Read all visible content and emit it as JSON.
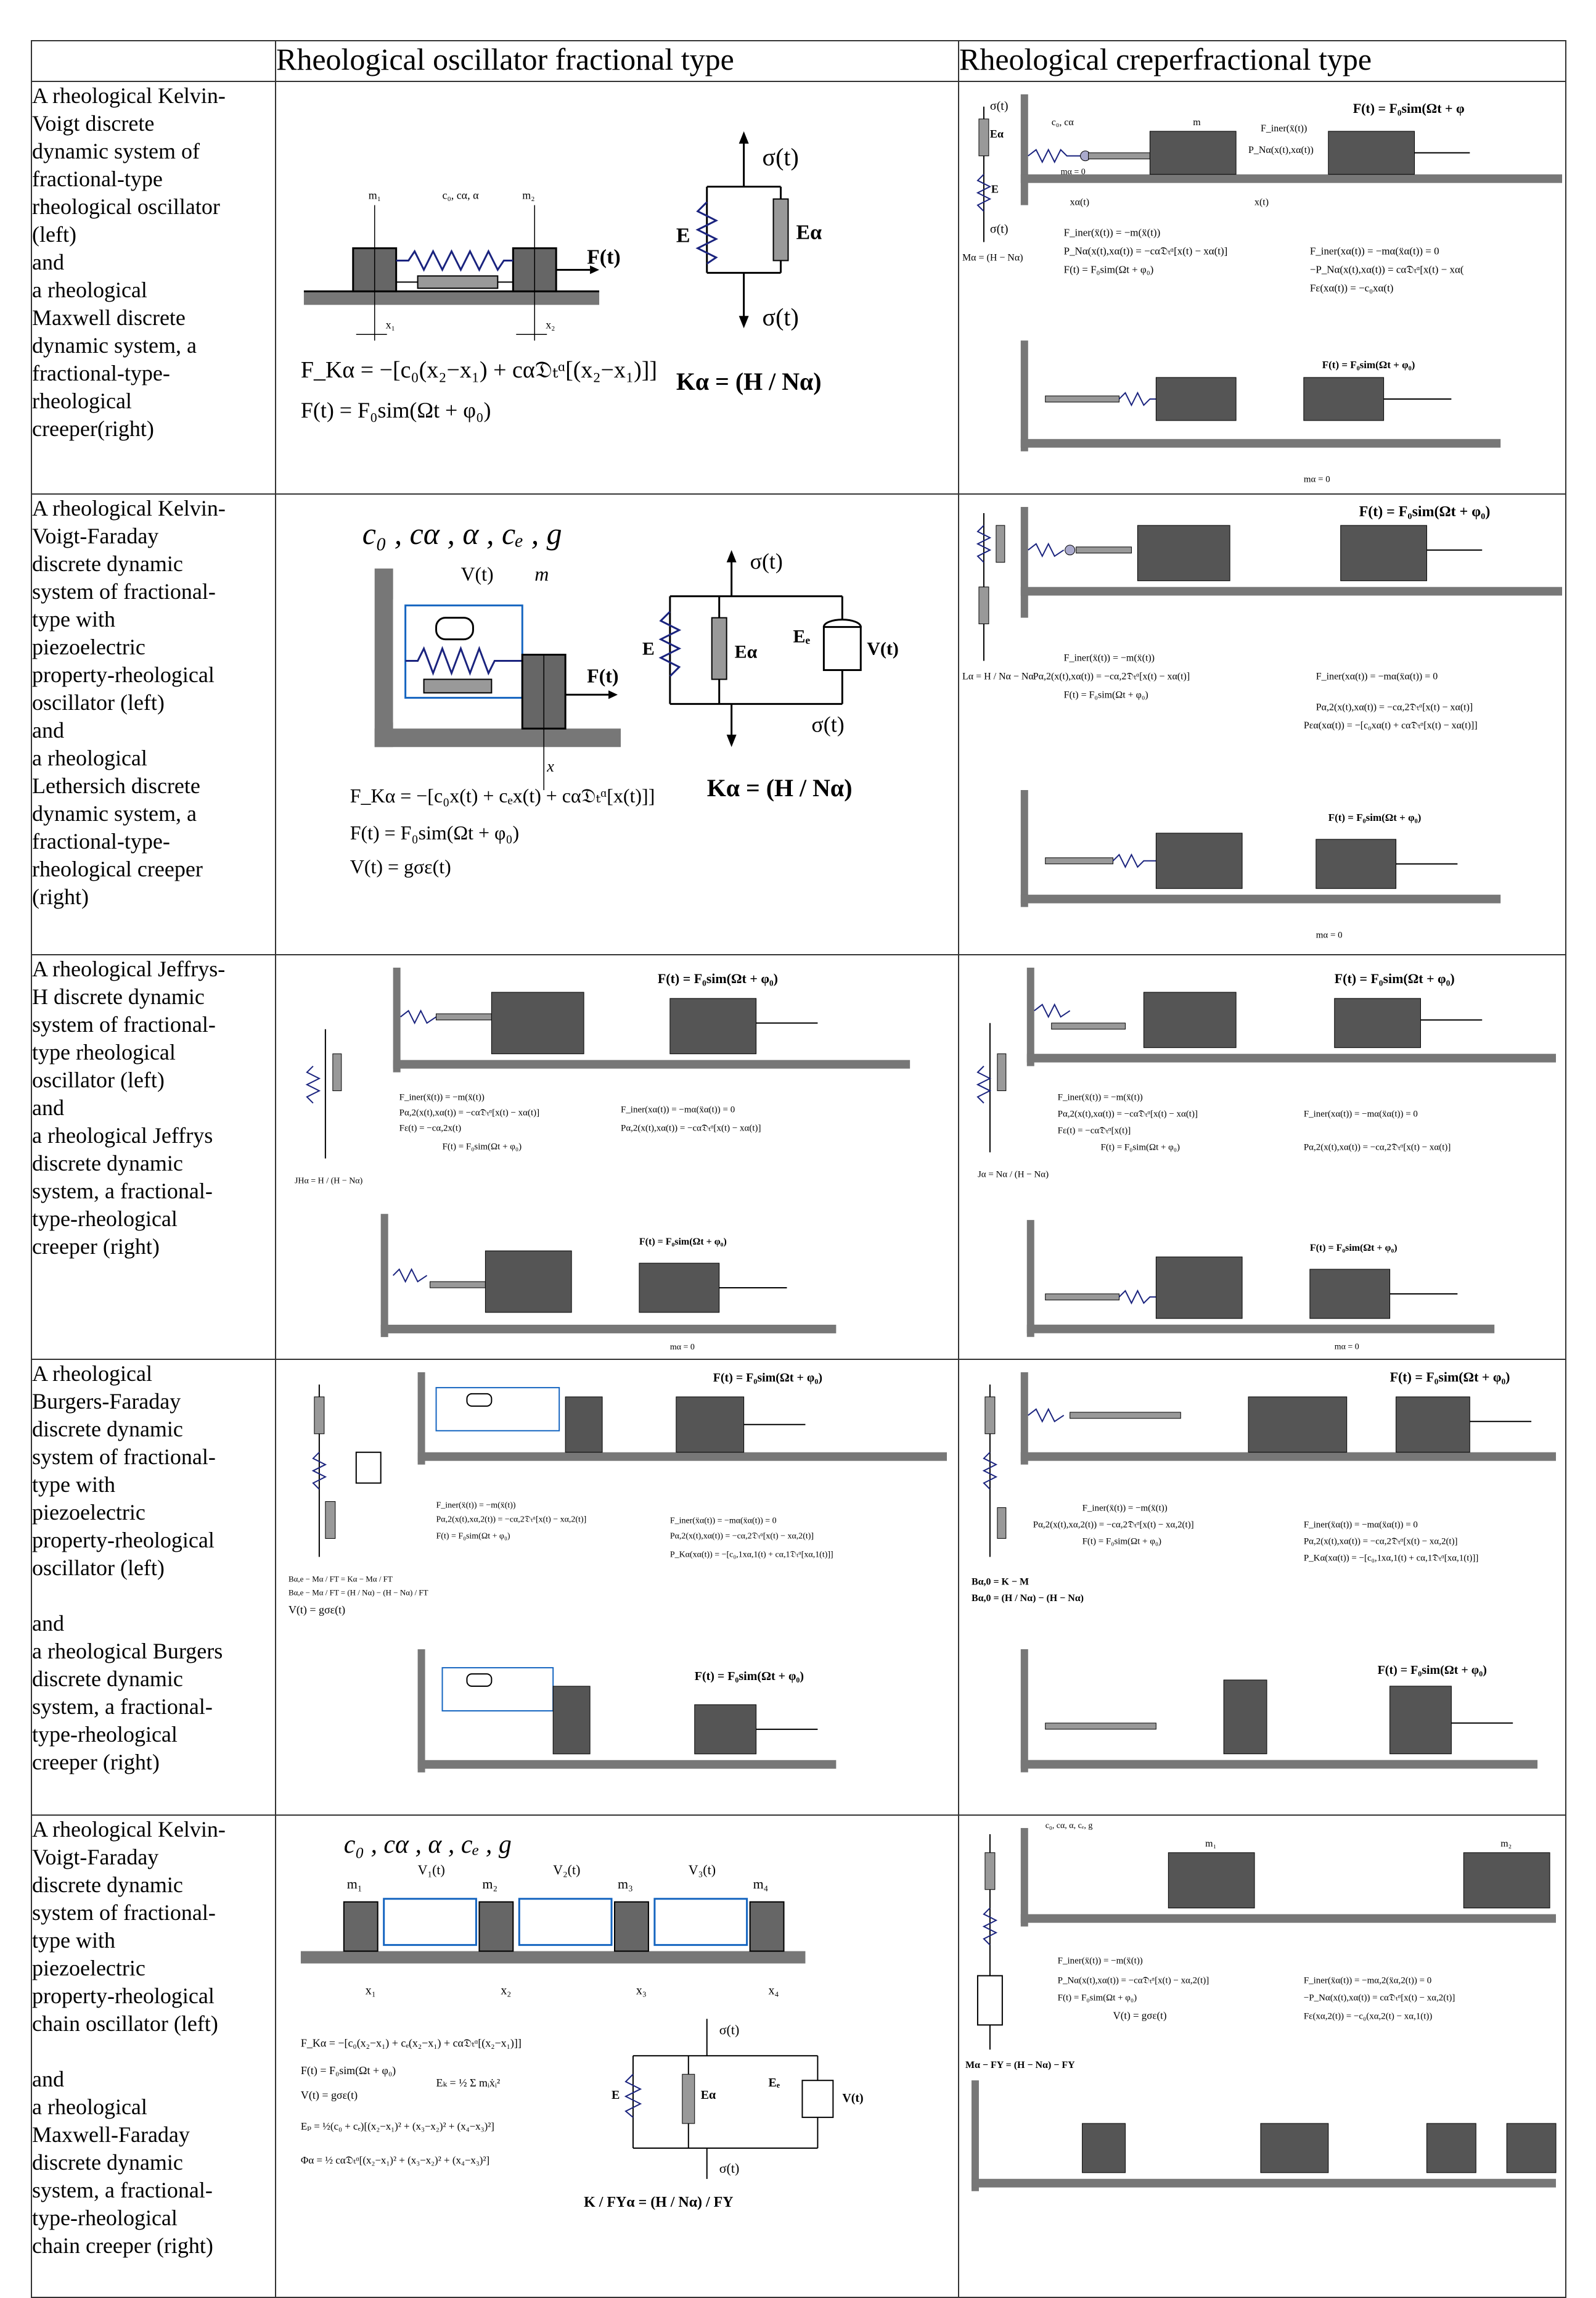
{
  "header": {
    "col1": "",
    "col2": "Rheological oscillator fractional type",
    "col3": "Rheological creperfractional type"
  },
  "rows": [
    {
      "lines": [
        "A rheological Kelvin-",
        "Voigt discrete",
        "dynamic system of",
        "fractional-type",
        "rheological oscillator",
        "(left)",
        "and",
        "a rheological",
        "Maxwell discrete",
        "dynamic system, a",
        "fractional-type-",
        "rheological",
        "creeper(right)"
      ],
      "left": {
        "m1": "m₁",
        "m2": "m₂",
        "params": "c₀, cα, α",
        "force": "F(t)",
        "x1": "x₁",
        "x2": "x₂",
        "sigma_top": "σ(t)",
        "sigma_bottom": "σ(t)",
        "E": "E",
        "Ea": "Eα",
        "eq1": "F_Kα = −[c₀(x₂−x₁) + cα𝔇ₜᵅ[(x₂−x₁)]]",
        "eq2": "F(t) = F₀sim(Ωt + φ₀)",
        "eq3": "Kα = (H / Nα)"
      },
      "right": {
        "sigma_top": "σ(t)",
        "sigma_bottom": "σ(t)",
        "Ea": "Eα",
        "E": "E",
        "model": "Mα = (H − Nα)",
        "params": "c₀, cα",
        "m": "m",
        "ma": "mα = 0",
        "force_top": "F(t) = F₀sim(Ωt + φ",
        "finer": "F_iner(ẍ(t))",
        "pna": "P_Nα(x(t),xα(t))",
        "x": "x(t)",
        "xa": "xα(t)",
        "eq1": "F_iner(ẍ(t)) = −m(ẍ(t))",
        "eq2": "P_Nα(x(t),xα(t)) = −cα𝔇ₜᵅ[x(t) − xα(t)]",
        "eq3": "F(t) = F₀sim(Ωt + φ₀)",
        "eq4": "F_iner(xα(t)) = −mα(ẍα(t)) = 0",
        "eq5": "−P_Nα(x(t),xα(t)) = cα𝔇ₜᵅ[x(t) − xα(",
        "eq6": "Fε(xα(t)) = −c₀xα(t)",
        "ma0": "mα = 0",
        "force_bottom": "F(t) = F₀sim(Ωt + φ₀)"
      }
    },
    {
      "lines": [
        "A rheological Kelvin-",
        "Voigt-Faraday",
        "discrete dynamic",
        "system of fractional-",
        "type with",
        "piezoelectric",
        "property-rheological",
        "oscillator (left)",
        "and",
        "a rheological",
        "Lethersich discrete",
        "dynamic system, a",
        "fractional-type-",
        "rheological creeper",
        "(right)"
      ],
      "left": {
        "params": "c₀ , cα , α , cₑ , g",
        "V": "V(t)",
        "m": "m",
        "force": "F(t)",
        "x": "x",
        "sigma_top": "σ(t)",
        "sigma_bottom": "σ(t)",
        "E": "E",
        "Ea": "Eα",
        "Ee": "Eₑ",
        "Vt": "V(t)",
        "eq1": "F_Kα = −[c₀x(t) + cₑx(t) + cα𝔇ₜᵅ[x(t)]]",
        "eq2": "F(t) = F₀sim(Ωt + φ₀)",
        "eq3": "V(t) = gσε(t)",
        "eq4": "Kα = (H / Nα)"
      },
      "right": {
        "model": "Lα = H / Nα − Nα",
        "force_top": "F(t) = F₀sim(Ωt + φ₀)",
        "force_bottom": "F(t) = F₀sim(Ωt + φ₀)",
        "eq1": "F_iner(ẍ(t)) = −m(ẍ(t))",
        "eq2": "Pα,2(x(t),xα(t)) = −cα,2𝔇ₜᵅ[x(t) − xα(t)]",
        "eq3": "F(t) = F₀sim(Ωt + φ₀)",
        "eq4": "F_iner(xα(t)) = −mα(ẍα(t)) = 0",
        "eq5": "Pα,2(x(t),xα(t)) = −cα,2𝔇ₜᵅ[x(t) − xα(t)]",
        "eq6": "Pεα(xα(t)) = −[c₀xα(t) + cα𝔇ₜᵅ[x(t) − xα(t)]]",
        "ma0": "mα = 0"
      }
    },
    {
      "lines": [
        "A rheological Jeffrys-",
        "H  discrete dynamic",
        "system of fractional-",
        "type rheological",
        "oscillator (left)",
        "and",
        "a rheological Jeffrys",
        "discrete dynamic",
        "system, a fractional-",
        "type-rheological",
        "creeper (right)"
      ],
      "left": {
        "model": "JHα = H / (H − Nα)",
        "force_top": "F(t) = F₀sim(Ωt + φ₀)",
        "force_bottom": "F(t) = F₀sim(Ωt + φ₀)",
        "eq1": "F_iner(ẍ(t)) = −m(ẍ(t))",
        "eq2": "Pα,2(x(t),xα(t)) = −cα𝔇ₜᵅ[x(t) − xα(t)]",
        "eq3": "Fε(t) = −cα,2x(t)",
        "eq4": "F(t) = F₀sim(Ωt + φ₀)",
        "eq5": "F_iner(xα(t)) = −mα(ẍα(t)) = 0",
        "eq6": "Pα,2(x(t),xα(t)) = −cα𝔇ₜᵅ[x(t) − xα(t)]",
        "ma0": "mα = 0"
      },
      "right": {
        "model": "Jα = Nα / (H − Nα)",
        "force_top": "F(t) = F₀sim(Ωt + φ₀)",
        "force_bottom": "F(t) = F₀sim(Ωt + φ₀)",
        "eq1": "F_iner(ẍ(t)) = −m(ẍ(t))",
        "eq2": "Pα,2(x(t),xα(t)) = −cα𝔇ₜᵅ[x(t) − xα(t)]",
        "eq3": "Fε(t) = −cα𝔇ₜᵅ[x(t)]",
        "eq4": "F(t) = F₀sim(Ωt + φ₀)",
        "eq5": "F_iner(xα(t)) = −mα(ẍα(t)) = 0",
        "eq6": "Pα,2(x(t),xα(t)) = −cα,2𝔇ₜᵅ[x(t) − xα(t)]",
        "ma0": "mα = 0"
      }
    },
    {
      "lines": [
        "A rheological",
        "Burgers-Faraday",
        "discrete dynamic",
        "system of fractional-",
        "type with",
        "piezoelectric",
        "property-rheological",
        "oscillator (left)",
        "",
        "and",
        "a rheological Burgers",
        "discrete dynamic",
        "system, a fractional-",
        "type-rheological",
        "creeper (right)"
      ],
      "left": {
        "model1": "Bα,e − Mα / FT = Kα − Mα / FT",
        "model2": "Bα,e − Mα / FT = (H / Nα) − (H − Nα) / FT",
        "V": "V(t) = gσε(t)",
        "force_top": "F(t) = F₀sim(Ωt + φ₀)",
        "force_bottom": "F(t) = F₀sim(Ωt + φ₀)",
        "eq1": "F_iner(ẍ(t)) = −m(ẍ(t))",
        "eq2": "Pα,2(x(t),xα,2(t)) = −cα,2𝔇ₜᵅ[x(t) − xα,2(t)]",
        "eq3": "F(t) = F₀sim(Ωt + φ₀)",
        "eq4": "F_iner(ẍα(t)) = −mα(ẍα(t)) = 0",
        "eq5": "Pα,2(x(t),xα(t)) = −cα,2𝔇ₜᵅ[x(t) − xα,2(t)]",
        "eq6": "P_Kα(xα(t)) = −[c₀,1xα,1(t) + cα,1𝔇ₜᵅ[xα,1(t)]]"
      },
      "right": {
        "model1": "Bα,0 = K − M",
        "model2": "Bα,0 = (H / Nα) − (H − Nα)",
        "force_top": "F(t) = F₀sim(Ωt + φ₀)",
        "force_bottom": "F(t) = F₀sim(Ωt + φ₀)",
        "eq1": "F_iner(ẍ(t)) = −m(ẍ(t))",
        "eq2": "Pα,2(x(t),xα,2(t)) = −cα,2𝔇ₜᵅ[x(t) − xα,2(t)]",
        "eq3": "F(t) = F₀sim(Ωt + φ₀)",
        "eq4": "F_iner(ẍα(t)) = −mα(ẍα(t)) = 0",
        "eq5": "Pα,2(x(t),xα(t)) = −cα,2𝔇ₜᵅ[x(t) − xα,2(t)]",
        "eq6": "P_Kα(xα(t)) = −[c₀,1xα,1(t) + cα,1𝔇ₜᵅ[xα,1(t)]]"
      }
    },
    {
      "lines": [
        "A rheological Kelvin-",
        "Voigt-Faraday",
        "discrete dynamic",
        "system of fractional-",
        "type with",
        "piezoelectric",
        "property-rheological",
        "chain oscillator (left)",
        "",
        "and",
        "a rheological",
        "Maxwell-Faraday",
        "discrete dynamic",
        "system, a fractional-",
        "type-rheological",
        "chain creeper (right)"
      ],
      "left": {
        "params": "c₀ , cα , α , cₑ , g",
        "masses": [
          "m₁",
          "m₂",
          "m₃",
          "m₄"
        ],
        "volts": [
          "V₁(t)",
          "V₂(t)",
          "V₃(t)"
        ],
        "xs": [
          "x₁",
          "x₂",
          "x₃",
          "x₄"
        ],
        "eq1": "F_Kα = −[c₀(x₂−x₁) + cₑ(x₂−x₁) + cα𝔇ₜᵅ[(x₂−x₁)]]",
        "eq2": "F(t) = F₀sim(Ωt + φ₀)",
        "eq3": "V(t) = gσε(t)",
        "eq4": "Eₖ = ½ Σ mᵢẋᵢ²",
        "eq5": "Eₚ = ½(c₀ + cₑ)[(x₂−x₁)² + (x₃−x₂)² + (x₄−x₃)²]",
        "eq6": "Φα = ½ cα𝔇ₜᵅ[(x₂−x₁)² + (x₃−x₂)² + (x₄−x₃)²]",
        "sigma_top": "σ(t)",
        "sigma_bottom": "σ(t)",
        "E": "E",
        "Ea": "Eα",
        "Ee": "Eₑ",
        "Vt": "V(t)",
        "model": "K / FYα = (H / Nα) / FY"
      },
      "right": {
        "params_top": "c₀, cα, α, cₑ, g",
        "model": "Mα − FY = (H − Nα) − FY",
        "eq1": "F_iner(ẍ(t)) = −m(ẍ(t))",
        "eq2": "P_Nα(x(t),xα(t)) = −cα𝔇ₜᵅ[x(t) − xα,2(t)]",
        "eq3": "F(t) = F₀sim(Ωt + φ₀)",
        "eq4": "F_iner(ẍα(t)) = −mα,2(ẍα,2(t)) = 0",
        "eq5": "−P_Nα(x(t),xα(t)) = cα𝔇ₜᵅ[x(t) − xα,2(t)]",
        "eq6": "Fε(xα,2(t)) = −c₀(xα,2(t) − xα,1(t))",
        "V": "V(t) = gσε(t)",
        "masses": [
          "m₁",
          "m₂"
        ]
      }
    }
  ]
}
